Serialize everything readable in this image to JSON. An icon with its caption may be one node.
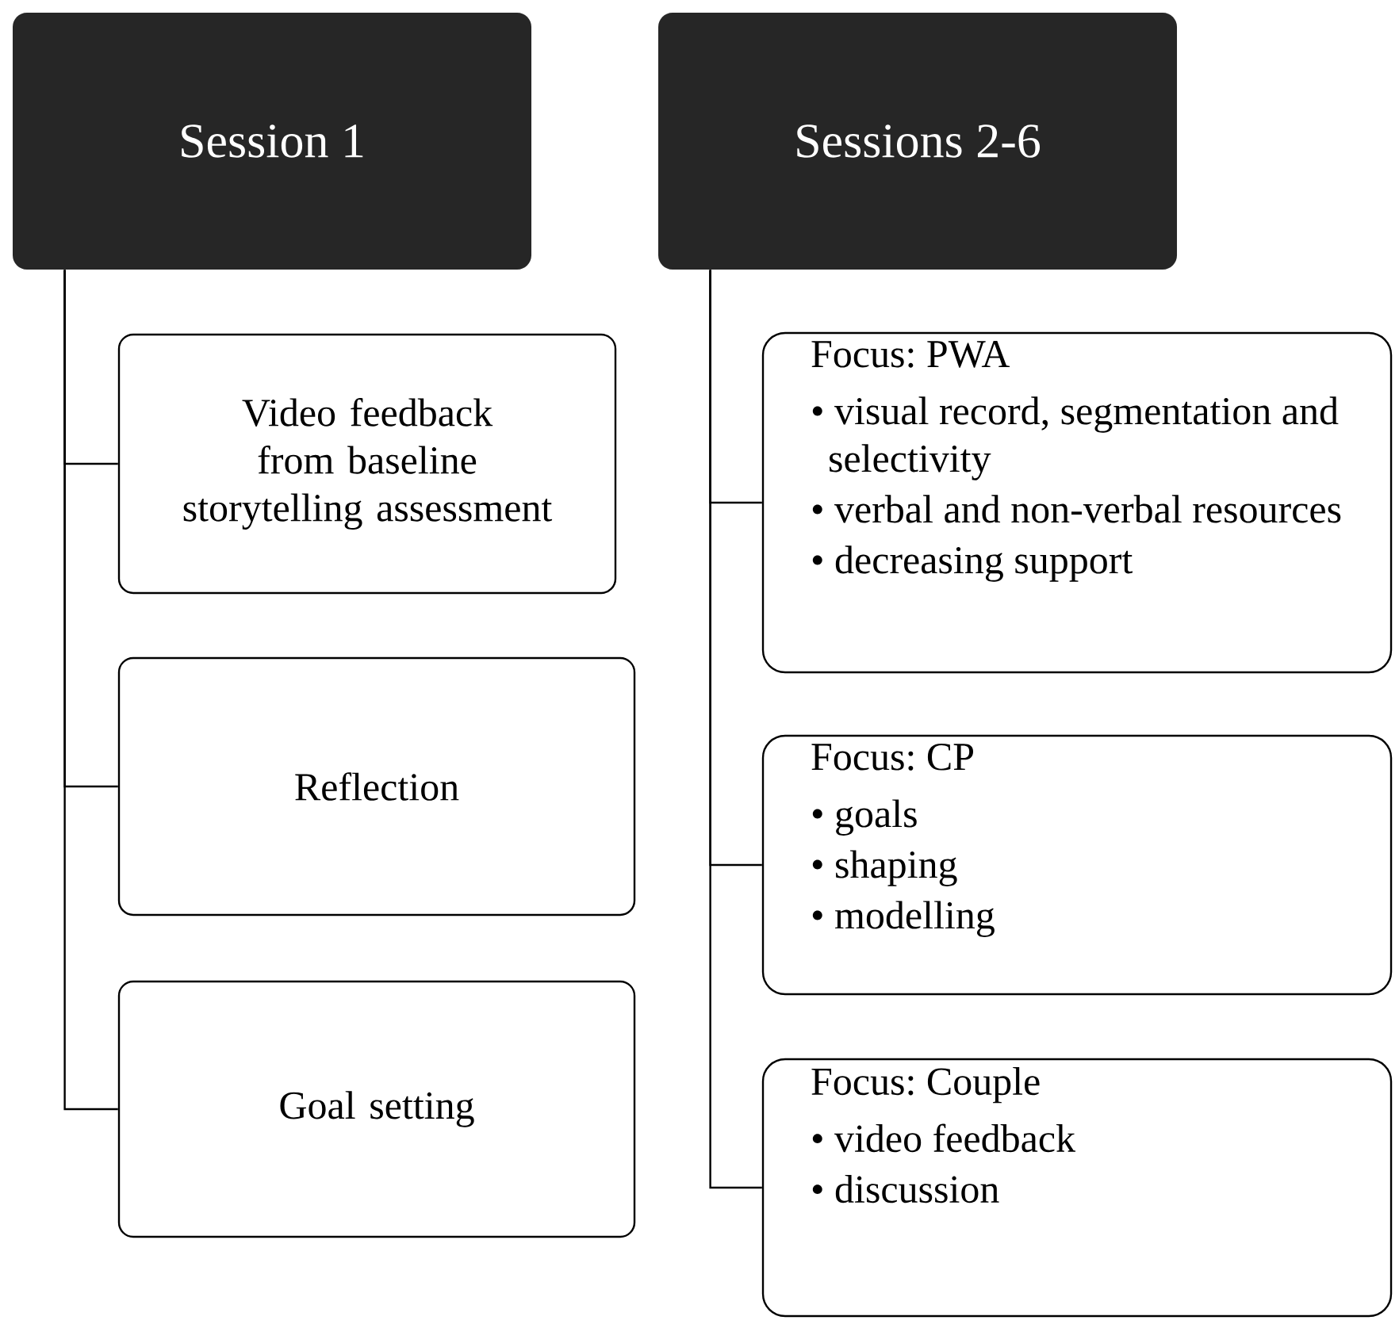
{
  "diagram": {
    "nodes": [
      {
        "text": [
          "Session 1"
        ]
      },
      {
        "text": [
          "Sessions 2-6"
        ]
      },
      {
        "text": [
          "Video feedback from baseline storytelling assessment"
        ]
      },
      {
        "text": [
          "Reflection"
        ]
      },
      {
        "text": [
          "Goal setting"
        ]
      },
      {
        "text": [
          "Focus: PWA",
          "• visual record, segmentation and selectivity",
          "• verbal and non-verbal resources",
          "• decreasing support"
        ]
      },
      {
        "text": [
          "Focus: CP",
          "• goals",
          "• shaping",
          "• modelling"
        ]
      },
      {
        "text": [
          "Focus: Couple",
          "• video feedback",
          "• discussion"
        ]
      }
    ],
    "edges": [
      {
        "from": 0,
        "to": 2,
        "arrow": "none"
      },
      {
        "from": 0,
        "to": 3,
        "arrow": "none"
      },
      {
        "from": 0,
        "to": 4,
        "arrow": "none"
      },
      {
        "from": 1,
        "to": 5,
        "arrow": "none"
      },
      {
        "from": 1,
        "to": 6,
        "arrow": "none"
      },
      {
        "from": 1,
        "to": 7,
        "arrow": "none"
      }
    ]
  }
}
